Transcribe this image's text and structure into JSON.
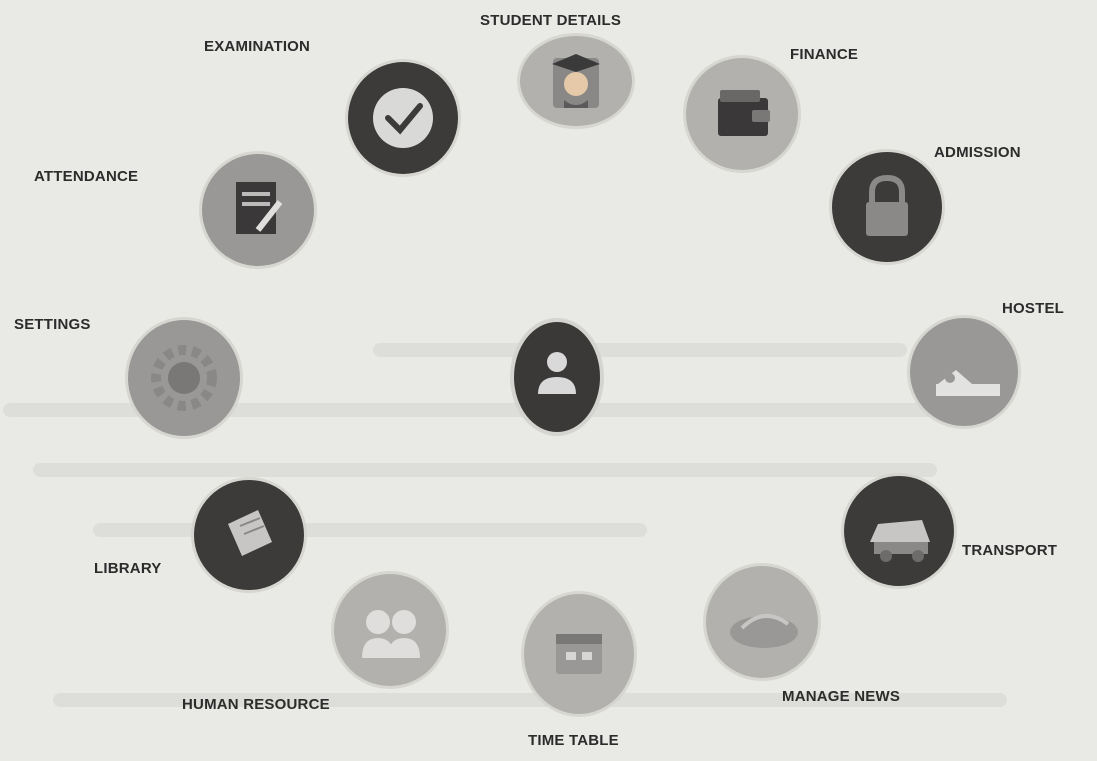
{
  "center": {
    "icon": "user-profile-icon"
  },
  "modules": {
    "student_details": {
      "label": "STUDENT DETAILS",
      "icon": "graduate-icon"
    },
    "finance": {
      "label": "FINANCE",
      "icon": "wallet-icon"
    },
    "admission": {
      "label": "ADMISSION",
      "icon": "lock-icon"
    },
    "hostel": {
      "label": "HOSTEL",
      "icon": "bed-icon"
    },
    "transport": {
      "label": "TRANSPORT",
      "icon": "bus-icon"
    },
    "manage_news": {
      "label": "MANAGE NEWS",
      "icon": "news-icon"
    },
    "time_table": {
      "label": "TIME TABLE",
      "icon": "calendar-icon"
    },
    "human_resource": {
      "label": "HUMAN RESOURCE",
      "icon": "people-icon"
    },
    "library": {
      "label": "LIBRARY",
      "icon": "book-icon"
    },
    "settings": {
      "label": "SETTINGS",
      "icon": "gear-icon"
    },
    "attendance": {
      "label": "ATTENDANCE",
      "icon": "notepad-pencil-icon"
    },
    "examination": {
      "label": "EXAMINATION",
      "icon": "checkmark-icon"
    }
  },
  "colors": {
    "dark": "#3d3a3a",
    "mid": "#9a9896",
    "light": "#b3b1ad",
    "background": "#e9e9e6"
  }
}
